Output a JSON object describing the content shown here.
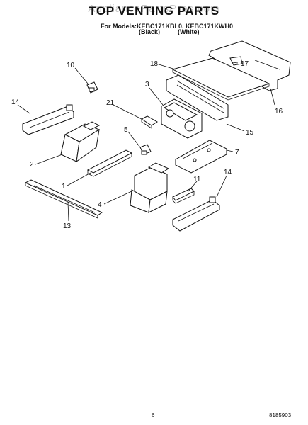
{
  "header": {
    "watermark": "AppliancePartsPros.com",
    "title": "TOP VENTING PARTS",
    "models_line": "For Models:KEBC171KBL0, KEBC171KWH0",
    "color_black": "(Black)",
    "color_white": "(White)"
  },
  "callouts": {
    "c1": "1",
    "c2": "2",
    "c3": "3",
    "c4": "4",
    "c5": "5",
    "c7": "7",
    "c10": "10",
    "c11": "11",
    "c13": "13",
    "c14a": "14",
    "c14b": "14",
    "c15": "15",
    "c16": "16",
    "c17": "17",
    "c18": "18",
    "c21": "21"
  },
  "footer": {
    "page_number": "6",
    "doc_number": "8185903"
  }
}
